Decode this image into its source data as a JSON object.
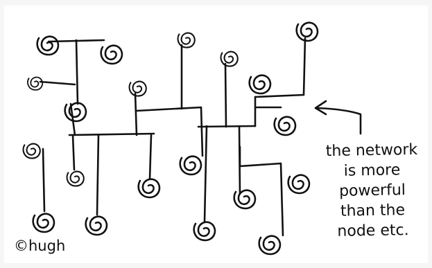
{
  "cartoon": {
    "caption_lines": [
      "the network",
      "is more",
      "powerful",
      "than the",
      "node etc."
    ],
    "signature": "©hugh",
    "ink_color": "#111111",
    "icons": [
      "network-drawing",
      "arrow-icon"
    ]
  }
}
